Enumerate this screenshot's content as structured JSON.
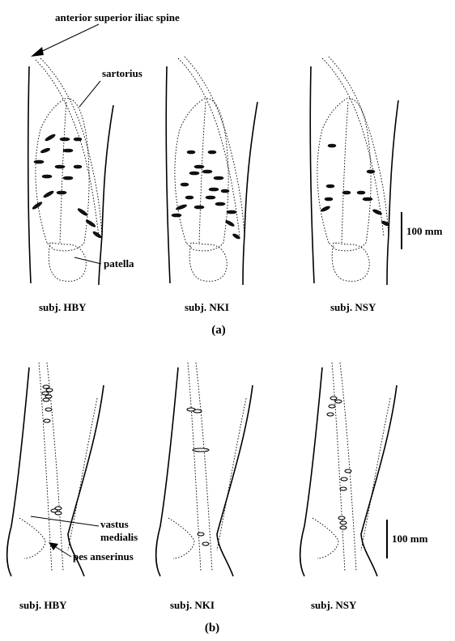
{
  "figure": {
    "panel_a": {
      "label": "(a)",
      "annotations": {
        "asis": "anterior superior iliac spine",
        "sartorius": "sartorius",
        "patella": "patella"
      },
      "subjects": [
        "subj. HBY",
        "subj. NKI",
        "subj. NSY"
      ],
      "scale_bar": "100 mm"
    },
    "panel_b": {
      "label": "(b)",
      "annotations": {
        "vastus": "vastus",
        "medialis": "medialis",
        "pes_anserinus": "pes anserinus"
      },
      "subjects": [
        "subj. HBY",
        "subj. NKI",
        "subj. NSY"
      ],
      "scale_bar": "100 mm"
    }
  }
}
